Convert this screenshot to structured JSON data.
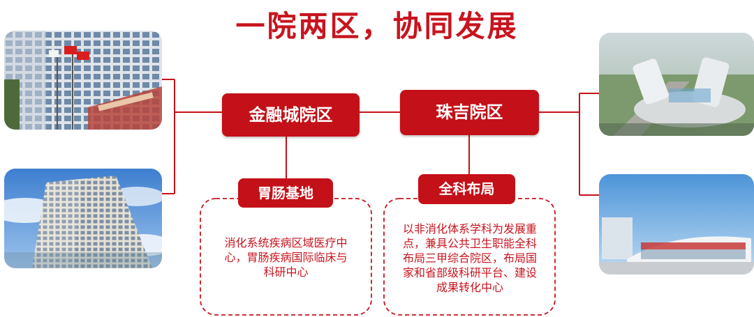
{
  "title": "一院两区，协同发展",
  "campuses": {
    "left": "金融城院区",
    "right": "珠吉院区"
  },
  "features": {
    "left": {
      "label": "胃肠基地",
      "lines": [
        "消化系统疾病区域医疗中",
        "心，胃肠疾病国际临床与",
        "科研中心"
      ]
    },
    "right": {
      "label": "全科布局",
      "lines": [
        "以非消化体系学科为发展重",
        "点，兼具公共卫生职能全科",
        "布局三甲综合院区，布局国",
        "家和省部级科研平台、建设",
        "成果转化中心"
      ]
    }
  },
  "colors": {
    "accent": "#c41018",
    "title": "#c8141e",
    "dashed_border": "#c8141e"
  }
}
